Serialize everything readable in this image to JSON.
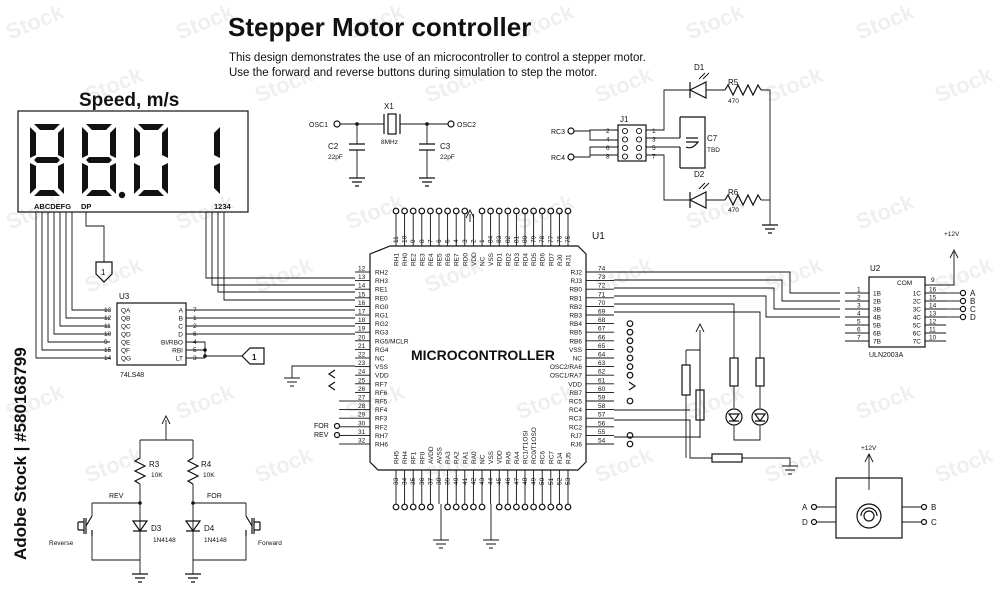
{
  "title": "Stepper Motor controller",
  "description": [
    "This design demonstrates the use of an microcontroller to control a stepper motor.",
    "Use the forward and reverse buttons during simulation to step the motor."
  ],
  "display": {
    "heading": "Speed, m/s",
    "digits": [
      "8",
      "8",
      "0",
      "1"
    ],
    "seg_label": "ABCDEFG",
    "dp_label": "DP",
    "digit_label": "1234",
    "flag": "1"
  },
  "u3": {
    "ref": "U3",
    "part": "74LS48",
    "left_pins": [
      {
        "n": "13",
        "name": "QA"
      },
      {
        "n": "12",
        "name": "QB"
      },
      {
        "n": "11",
        "name": "QC"
      },
      {
        "n": "10",
        "name": "QD"
      },
      {
        "n": "9",
        "name": "QE"
      },
      {
        "n": "15",
        "name": "QF"
      },
      {
        "n": "14",
        "name": "QG"
      }
    ],
    "right_pins": [
      {
        "n": "7",
        "name": "A"
      },
      {
        "n": "1",
        "name": "B"
      },
      {
        "n": "2",
        "name": "C"
      },
      {
        "n": "6",
        "name": "D"
      },
      {
        "n": "4",
        "name": "BI/RBO"
      },
      {
        "n": "5",
        "name": "RBI"
      },
      {
        "n": "3",
        "name": "LT"
      }
    ],
    "flag": "1"
  },
  "crystal": {
    "ref": "X1",
    "value": "8MHz",
    "osc1": "OSC1",
    "osc2": "OSC2",
    "c2": {
      "ref": "C2",
      "value": "22pF"
    },
    "c3": {
      "ref": "C3",
      "value": "22pF"
    }
  },
  "j1": {
    "ref": "J1",
    "left": [
      "2",
      "4",
      "6",
      "8"
    ],
    "right": [
      "1",
      "3",
      "5",
      "7"
    ],
    "rc3": "RC3",
    "rc4": "RC4"
  },
  "c7": {
    "ref": "C7",
    "value": "TBD"
  },
  "d1": {
    "ref": "D1"
  },
  "d2": {
    "ref": "D2"
  },
  "r5": {
    "ref": "R5",
    "value": "470"
  },
  "r6": {
    "ref": "R6",
    "value": "470"
  },
  "mcu": {
    "ref": "U1",
    "name": "MICROCONTROLLER",
    "left_pins": [
      {
        "n": "12",
        "name": "RH2"
      },
      {
        "n": "13",
        "name": "RH3"
      },
      {
        "n": "14",
        "name": "RE1"
      },
      {
        "n": "15",
        "name": "RE0"
      },
      {
        "n": "16",
        "name": "RG0"
      },
      {
        "n": "17",
        "name": "RG1"
      },
      {
        "n": "18",
        "name": "RG2"
      },
      {
        "n": "19",
        "name": "RG3"
      },
      {
        "n": "20",
        "name": "RG5/MCLR"
      },
      {
        "n": "21",
        "name": "RG4"
      },
      {
        "n": "22",
        "name": "NC"
      },
      {
        "n": "23",
        "name": "VSS"
      },
      {
        "n": "24",
        "name": "VDD"
      },
      {
        "n": "25",
        "name": "RF7"
      },
      {
        "n": "26",
        "name": "RF6"
      },
      {
        "n": "27",
        "name": "RF5"
      },
      {
        "n": "28",
        "name": "RF4"
      },
      {
        "n": "29",
        "name": "RF3"
      },
      {
        "n": "30",
        "name": "RF2"
      },
      {
        "n": "31",
        "name": "RH7"
      },
      {
        "n": "32",
        "name": "RH6"
      }
    ],
    "right_pins": [
      {
        "n": "74",
        "name": "RJ2"
      },
      {
        "n": "73",
        "name": "RJ3"
      },
      {
        "n": "72",
        "name": "RB0"
      },
      {
        "n": "71",
        "name": "RB1"
      },
      {
        "n": "70",
        "name": "RB2"
      },
      {
        "n": "69",
        "name": "RB3"
      },
      {
        "n": "68",
        "name": "RB4"
      },
      {
        "n": "67",
        "name": "RB5"
      },
      {
        "n": "66",
        "name": "RB6"
      },
      {
        "n": "65",
        "name": "VSS"
      },
      {
        "n": "64",
        "name": "NC"
      },
      {
        "n": "63",
        "name": "OSC2/RA6"
      },
      {
        "n": "62",
        "name": "OSC1/RA7"
      },
      {
        "n": "61",
        "name": "VDD"
      },
      {
        "n": "60",
        "name": "RB7"
      },
      {
        "n": "59",
        "name": "RC5"
      },
      {
        "n": "58",
        "name": "RC4"
      },
      {
        "n": "57",
        "name": "RC3"
      },
      {
        "n": "56",
        "name": "RC2"
      },
      {
        "n": "55",
        "name": "RJ7"
      },
      {
        "n": "54",
        "name": "RJ6"
      }
    ],
    "top_pins": [
      {
        "n": "11",
        "name": "RH1"
      },
      {
        "n": "10",
        "name": "RH0"
      },
      {
        "n": "9",
        "name": "RE2"
      },
      {
        "n": "8",
        "name": "RE3"
      },
      {
        "n": "7",
        "name": "RE4"
      },
      {
        "n": "6",
        "name": "RE5"
      },
      {
        "n": "5",
        "name": "RE6"
      },
      {
        "n": "4",
        "name": "RE7"
      },
      {
        "n": "3",
        "name": "RD0"
      },
      {
        "n": "2",
        "name": "VDD"
      },
      {
        "n": "1",
        "name": "NC"
      },
      {
        "n": "84",
        "name": "VSS"
      },
      {
        "n": "83",
        "name": "RD1"
      },
      {
        "n": "82",
        "name": "RD2"
      },
      {
        "n": "81",
        "name": "RD3"
      },
      {
        "n": "80",
        "name": "RD4"
      },
      {
        "n": "79",
        "name": "RD5"
      },
      {
        "n": "78",
        "name": "RD6"
      },
      {
        "n": "77",
        "name": "RD7"
      },
      {
        "n": "76",
        "name": "RJ0"
      },
      {
        "n": "75",
        "name": "RJ1"
      }
    ],
    "bottom_pins": [
      {
        "n": "33",
        "name": "RH5"
      },
      {
        "n": "34",
        "name": "RH4"
      },
      {
        "n": "35",
        "name": "RF1"
      },
      {
        "n": "36",
        "name": "RF0"
      },
      {
        "n": "37",
        "name": "AVDD"
      },
      {
        "n": "38",
        "name": "AVSS"
      },
      {
        "n": "39",
        "name": "RA3"
      },
      {
        "n": "40",
        "name": "RA2"
      },
      {
        "n": "41",
        "name": "RA1"
      },
      {
        "n": "42",
        "name": "RA0"
      },
      {
        "n": "43",
        "name": "NC"
      },
      {
        "n": "44",
        "name": "VSS"
      },
      {
        "n": "45",
        "name": "VDD"
      },
      {
        "n": "46",
        "name": "RA5"
      },
      {
        "n": "47",
        "name": "RA4"
      },
      {
        "n": "48",
        "name": "RC1/T1OSI"
      },
      {
        "n": "49",
        "name": "RC0/T1OSO"
      },
      {
        "n": "50",
        "name": "RC6"
      },
      {
        "n": "51",
        "name": "RC7"
      },
      {
        "n": "52",
        "name": "RJ4"
      },
      {
        "n": "53",
        "name": "RJ5"
      }
    ],
    "for_label": "FOR",
    "rev_label": "REV"
  },
  "u2": {
    "ref": "U2",
    "part": "ULN2003A",
    "com": "COM",
    "vcc": "+12V",
    "inputs": [
      {
        "n": "1",
        "name": "1B"
      },
      {
        "n": "2",
        "name": "2B"
      },
      {
        "n": "3",
        "name": "3B"
      },
      {
        "n": "4",
        "name": "4B"
      },
      {
        "n": "5",
        "name": "5B"
      },
      {
        "n": "6",
        "name": "6B"
      },
      {
        "n": "7",
        "name": "7B"
      }
    ],
    "outputs": [
      {
        "n": "16",
        "name": "1C"
      },
      {
        "n": "15",
        "name": "2C"
      },
      {
        "n": "14",
        "name": "3C"
      },
      {
        "n": "13",
        "name": "4C"
      },
      {
        "n": "12",
        "name": "5C"
      },
      {
        "n": "11",
        "name": "6C"
      },
      {
        "n": "10",
        "name": "7C"
      }
    ],
    "com_pin": "9",
    "out_labels": [
      "A",
      "B",
      "C",
      "D"
    ]
  },
  "buttons": {
    "r3": {
      "ref": "R3",
      "value": "10K"
    },
    "r4": {
      "ref": "R4",
      "value": "10K"
    },
    "d3": {
      "ref": "D3",
      "value": "1N4148"
    },
    "d4": {
      "ref": "D4",
      "value": "1N4148"
    },
    "rev": "REV",
    "for": "FOR",
    "reverse": "Reverse",
    "forward": "Forward"
  },
  "motor": {
    "vcc": "+12V",
    "a": "A",
    "b": "B",
    "c": "C",
    "d": "D"
  },
  "watermark": {
    "side": "Adobe Stock | #580168799",
    "tile": "Stock"
  }
}
